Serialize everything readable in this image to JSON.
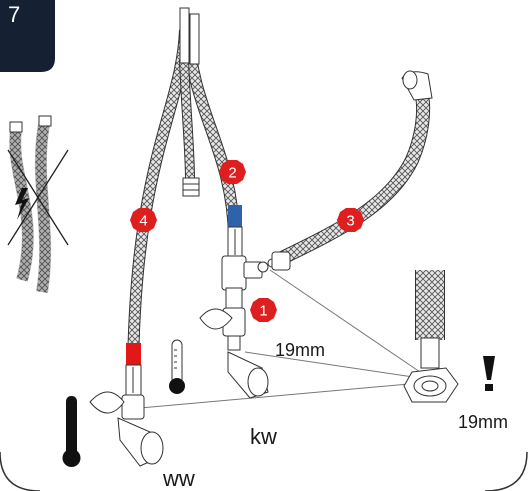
{
  "step_number": "7",
  "colors": {
    "badge": "#dd1f1f",
    "cold_marker": "#2f62a8",
    "hot_marker": "#e01818",
    "panel": "#152033",
    "line": "#222222"
  },
  "icons": [
    "do-not-kink-hoses-icon",
    "thermometer-hot-icon",
    "thermometer-cold-icon",
    "warning-exclamation-icon"
  ],
  "callouts": [
    {
      "number": "1"
    },
    {
      "number": "2"
    },
    {
      "number": "3"
    },
    {
      "number": "4"
    }
  ],
  "labels": {
    "wrench_size_valve": "19mm",
    "wrench_size_nut": "19mm",
    "cold_water": "kw",
    "warm_water": "ww"
  }
}
